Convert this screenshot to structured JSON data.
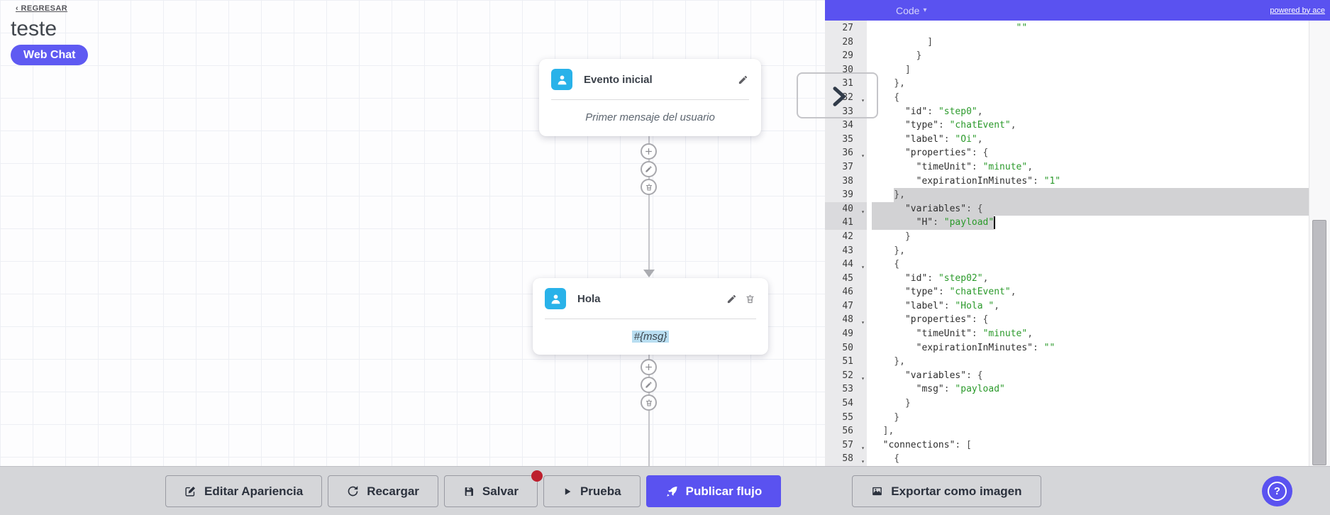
{
  "page": {
    "back_link": "‹ REGRESAR",
    "title": "teste",
    "channel_badge": "Web Chat"
  },
  "flow": {
    "nodes": [
      {
        "title": "Evento inicial",
        "body": "Primer mensaje del usuario",
        "icon": "user",
        "actions": [
          "edit"
        ]
      },
      {
        "title": "Hola",
        "body": "#{msg}",
        "icon": "user",
        "actions": [
          "edit",
          "delete"
        ]
      }
    ],
    "connector_actions": [
      "add",
      "edit",
      "delete"
    ]
  },
  "code_panel": {
    "header": {
      "title": "Code",
      "powered_by": "powered by ace"
    },
    "editor": {
      "lines": [
        {
          "n": 27,
          "t": "                          \"\"",
          "f": false
        },
        {
          "n": 28,
          "t": "          ]",
          "f": false
        },
        {
          "n": 29,
          "t": "        }",
          "f": false
        },
        {
          "n": 30,
          "t": "      ]",
          "f": false
        },
        {
          "n": 31,
          "t": "    },",
          "f": false
        },
        {
          "n": 32,
          "t": "    {",
          "f": true
        },
        {
          "n": 33,
          "t": "      \"id\": \"step0\",",
          "f": false
        },
        {
          "n": 34,
          "t": "      \"type\": \"chatEvent\",",
          "f": false
        },
        {
          "n": 35,
          "t": "      \"label\": \"Oi\",",
          "f": false
        },
        {
          "n": 36,
          "t": "      \"properties\": {",
          "f": true
        },
        {
          "n": 37,
          "t": "        \"timeUnit\": \"minute\",",
          "f": false
        },
        {
          "n": 38,
          "t": "        \"expirationInMinutes\": \"1\"",
          "f": false
        },
        {
          "n": 39,
          "t": "    },",
          "f": false
        },
        {
          "n": 40,
          "t": "      \"variables\": {",
          "f": true
        },
        {
          "n": 41,
          "t": "        \"H\": \"payload\"",
          "f": false
        },
        {
          "n": 42,
          "t": "      }",
          "f": false
        },
        {
          "n": 43,
          "t": "    },",
          "f": false
        },
        {
          "n": 44,
          "t": "    {",
          "f": true
        },
        {
          "n": 45,
          "t": "      \"id\": \"step02\",",
          "f": false
        },
        {
          "n": 46,
          "t": "      \"type\": \"chatEvent\",",
          "f": false
        },
        {
          "n": 47,
          "t": "      \"label\": \"Hola \",",
          "f": false
        },
        {
          "n": 48,
          "t": "      \"properties\": {",
          "f": true
        },
        {
          "n": 49,
          "t": "        \"timeUnit\": \"minute\",",
          "f": false
        },
        {
          "n": 50,
          "t": "        \"expirationInMinutes\": \"\"",
          "f": false
        },
        {
          "n": 51,
          "t": "    },",
          "f": false
        },
        {
          "n": 52,
          "t": "      \"variables\": {",
          "f": true
        },
        {
          "n": 53,
          "t": "        \"msg\": \"payload\"",
          "f": false
        },
        {
          "n": 54,
          "t": "      }",
          "f": false
        },
        {
          "n": 55,
          "t": "    }",
          "f": false
        },
        {
          "n": 56,
          "t": "  ],",
          "f": false
        },
        {
          "n": 57,
          "t": "  \"connections\": [",
          "f": true
        },
        {
          "n": 58,
          "t": "    {",
          "f": true
        }
      ],
      "selection": [
        {
          "line": 39,
          "from": 4,
          "to": null
        },
        {
          "line": 40,
          "from": 0,
          "to": null
        },
        {
          "line": 41,
          "from": 0,
          "to": 22
        }
      ],
      "cursor": {
        "line": 41,
        "col": 22
      },
      "gutter_highlight": [
        40,
        41
      ]
    }
  },
  "toolbar": {
    "buttons": [
      {
        "label": "Editar Apariencia",
        "icon": "edit-square",
        "variant": "default",
        "badge": false
      },
      {
        "label": "Recargar",
        "icon": "refresh",
        "variant": "default",
        "badge": false
      },
      {
        "label": "Salvar",
        "icon": "save",
        "variant": "default",
        "badge": true
      },
      {
        "label": "Prueba",
        "icon": "play",
        "variant": "default",
        "badge": false
      },
      {
        "label": "Publicar flujo",
        "icon": "rocket",
        "variant": "primary",
        "badge": false
      },
      {
        "label": "Exportar como imagen",
        "icon": "image",
        "variant": "default",
        "badge": false
      }
    ],
    "help_label": "?"
  },
  "colors": {
    "accent": "#5a52f0",
    "pill": "#5f5af2",
    "node_icon_cyan": "#29b2e9",
    "badge_red": "#bd1f2d",
    "string_green": "#2b9a2b",
    "selection_gray": "#d2d2d4",
    "var_highlight": "#b9def1"
  }
}
